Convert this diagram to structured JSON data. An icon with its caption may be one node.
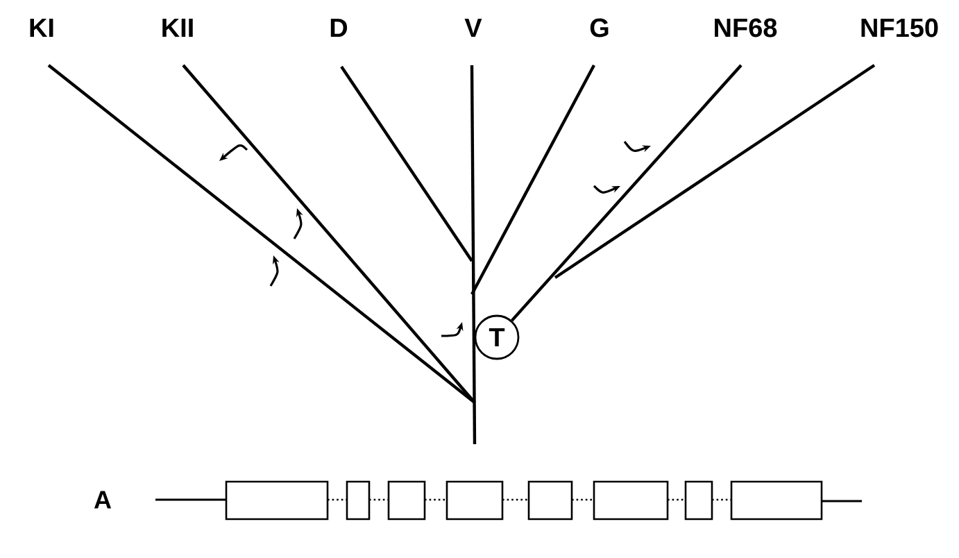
{
  "diagram": {
    "nodes": [
      {
        "text": [
          "KI"
        ]
      },
      {
        "text": [
          "KII"
        ]
      },
      {
        "text": [
          "D"
        ]
      },
      {
        "text": [
          "V"
        ]
      },
      {
        "text": [
          "G"
        ]
      },
      {
        "text": [
          "NF68"
        ]
      },
      {
        "text": [
          "NF150"
        ]
      },
      {
        "text": [
          "T"
        ]
      }
    ],
    "edges": [
      {
        "from": 0,
        "to": null,
        "arrow": "none"
      },
      {
        "from": 1,
        "to": null,
        "arrow": "none"
      },
      {
        "from": 2,
        "to": null,
        "arrow": "none"
      },
      {
        "from": 3,
        "to": null,
        "arrow": "none"
      },
      {
        "from": 4,
        "to": null,
        "arrow": "none"
      },
      {
        "from": 5,
        "to": 7,
        "arrow": "none"
      },
      {
        "from": 6,
        "to": null,
        "arrow": "none"
      }
    ],
    "labels": [
      "A"
    ]
  }
}
